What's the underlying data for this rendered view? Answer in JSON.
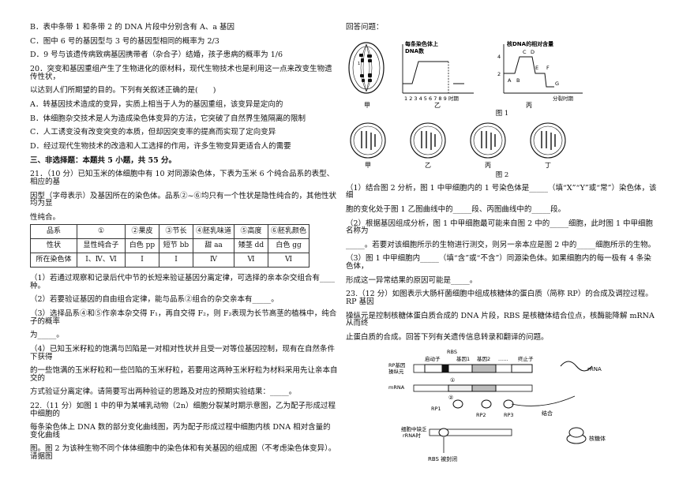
{
  "left": {
    "paras": [
      "B．表中条带 1 和条带 2 的 DNA 片段中分别含有 A、a 基因",
      "C．图中 6 号的基因型与 3 号的基因型相同的概率为 2/3",
      "D．9 号与该遗传病致病基因携带者（杂合子）结婚，孩子患病的概率为 1/6",
      "20．突变和基因重组产生了生物进化的原材料，现代生物技术也是利用这一点来改变生物遗传性状，",
      "以达到人们所期望的目的。下列有关叙述正确的是(　　)",
      "A．转基因技术造成的变异，实质上相当于人为的基因重组，该变异是定向的",
      "B．体细胞杂交技术是人为造成染色体变异的方法，它突破了自然界生殖隔离的限制",
      "C．人工诱变没有改变突变的本质，但却因突变率的提高而实现了定向变异",
      "D．经过现代生物技术的改造和人工选择的作用，许多生物变异更适合人的需要"
    ],
    "section": "三、非选择题：本题共 5 小题，共 55 分。",
    "q21": [
      "21．（10 分）已知玉米的体细胞中有 10 对同源染色体，下表为玉米 6 个纯合品系的表型、相应的基",
      "因型（字母表示）及基因所在的染色体。品系②~⑥均只有一个性状是隐性纯合的，其他性状均为显",
      "性纯合。"
    ],
    "table": {
      "rows": [
        [
          "品系",
          "①",
          "②果皮",
          "③节长",
          "④胚乳味道",
          "⑤高度",
          "⑥胚乳颜色"
        ],
        [
          "性状",
          "显性纯合子",
          "白色 pp",
          "短节 bb",
          "甜 aa",
          "矮茎 dd",
          "白色 gg"
        ],
        [
          "所在染色体",
          "Ⅰ、Ⅳ、Ⅵ",
          "Ⅰ",
          "Ⅰ",
          "Ⅳ",
          "Ⅵ",
          "Ⅵ"
        ]
      ]
    },
    "q21b": [
      "（1）若通过观察和记录后代中节的长短来验证基因分离定律，可选择的亲本杂交组合有____种。",
      "（2）若要验证基因的自由组合定律，能与品系②组合的杂交亲本有_____。",
      "（3）选择品系④和⑤作亲本杂交得 F₁，再自交得 F₂，则 F₂表现为长节高茎的植株中，纯合子的概率",
      "为_____。",
      "（4）已知玉米籽粒的饱满与凹陷是一对相对性状并且受一对等位基因控制，现有在自然条件下获得",
      "的一些饱满的玉米籽粒和一些凹陷的玉米籽粒，若要用这两种玉米籽粒为材料采用先让亲本自交的",
      "方式验证分离定律。请简要写出两种验证的思路及对应的预期实验结果：_____。",
      "22.（11 分）如图 1 中的甲为某哺乳动物（2n）细胞分裂某时期示意图，乙为配子形成过程中细胞的",
      "每条染色体上 DNA 数的部分变化曲线图，丙为配子形成过程中细胞内核 DNA 相对含量的变化曲线",
      "图。图 2 为该种生物不同个体体细胞中的染色体和有关基因的组成图（不考虑染色体变异）。请据图"
    ]
  },
  "right": {
    "lead": "回答问题：",
    "fig1": {
      "chart_title_line1": "每条染色体上",
      "chart_title_line2": "DNA数",
      "chart_xaxis": "1 2 3 4 5 6 7 8 9 时期",
      "chart_y_right": "核DNA的相对含量",
      "chart_x_right": "分裂时期",
      "pt_a": "A",
      "pt_b": "B",
      "pt_c": "C",
      "pt_d": "D",
      "pt_e": "E",
      "pt_f": "F",
      "pt_g": "G",
      "y4": "4",
      "y2": "2",
      "lbl_jia": "甲",
      "lbl_yi": "乙",
      "lbl_bing": "丙",
      "caption": "图 1"
    },
    "fig2": {
      "labels": [
        "甲",
        "乙",
        "丙",
        "丁"
      ],
      "caption": "图 2"
    },
    "paras": [
      "（1）结合图 2 分析，图 1 中甲细胞内的 1 号染色体是_____（填“X”“Y”或“常”）染色体，该细",
      "胞的变化处于图 1 乙图曲线中的_____段、丙图曲线中的_____段。",
      "（2）根据基因组成分析，图 1 中甲细胞最可能来自图 2 中的_____细胞，此时图 1 中甲细胞名称为",
      "_____。若要对该细胞所示的生物进行测交，则另一亲本应是图 2 中的_____细胞所示的生物。",
      "（3）图 1 中甲细胞内_____（填“含”或“不含”）同源染色体。如果细胞内的每一极有 4 条染色体，",
      "形成这一异常结果的原因可能是_____。",
      "23.（12 分）如图表示大肠杆菌细胞中组成核糖体的蛋白质（简称 RP）的合成及调控过程。RP 基因",
      "操纵元是控制核糖体蛋白质合成的 DNA 片段，RBS 是核糖体结合位点，核酶能降解 mRNA 从而终",
      "止蛋白质的合成。回答下列有关遗传信息转录和翻译的问题。"
    ],
    "fig3": {
      "rbs_top": "RBS",
      "promoter": "启动子",
      "gene1": "基因1",
      "gene2": "基因2",
      "dots": "......",
      "terminator": "终止子",
      "rp_operon_1": "RP基因",
      "rp_operon_2": "操纵元",
      "mrna": "mRNA",
      "rp1": "RP1",
      "rp2": "RP2",
      "rp3": "RP3",
      "combine": "结合",
      "trna": "rRNA",
      "ribosome": "核糖体",
      "lack_1": "细胞中缺乏",
      "lack_2": "rRNA时",
      "rbs_block": "RBS 被封闭",
      "c1": "①",
      "c2": "②"
    }
  }
}
